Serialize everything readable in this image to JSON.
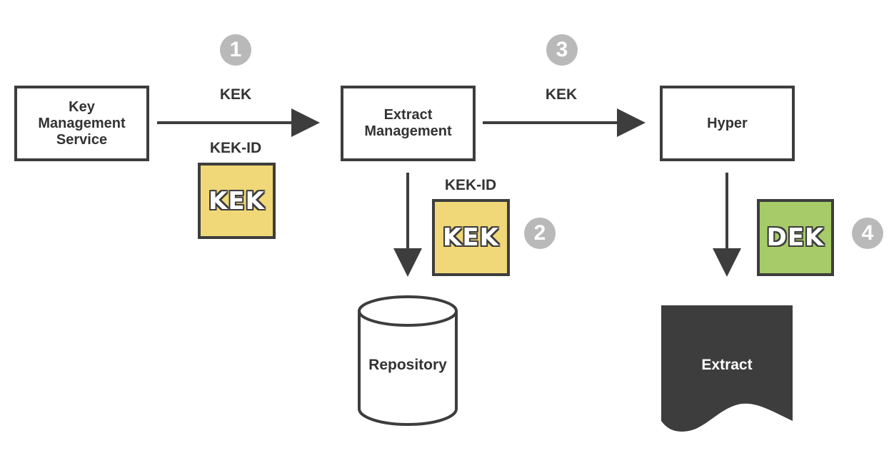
{
  "nodes": {
    "kms": {
      "line1": "Key",
      "line2": "Management",
      "line3": "Service"
    },
    "extract_mgmt": {
      "line1": "Extract",
      "line2": "Management"
    },
    "hyper": {
      "label": "Hyper"
    },
    "repository": {
      "label": "Repository"
    },
    "extract": {
      "label": "Extract"
    }
  },
  "edges": {
    "kms_to_em": {
      "label": "KEK"
    },
    "em_to_hyper": {
      "label": "KEK"
    }
  },
  "keys": {
    "kek1": {
      "id_label": "KEK-ID",
      "text": "KEK"
    },
    "kek2": {
      "id_label": "KEK-ID",
      "text": "KEK"
    },
    "dek": {
      "text": "DEK"
    }
  },
  "steps": [
    "1",
    "2",
    "3",
    "4"
  ],
  "colors": {
    "kek": "#f0d878",
    "dek": "#a6cb68",
    "stroke": "#3d3d3d",
    "step": "#b9b9b9",
    "extract_fill": "#3d3d3d"
  }
}
